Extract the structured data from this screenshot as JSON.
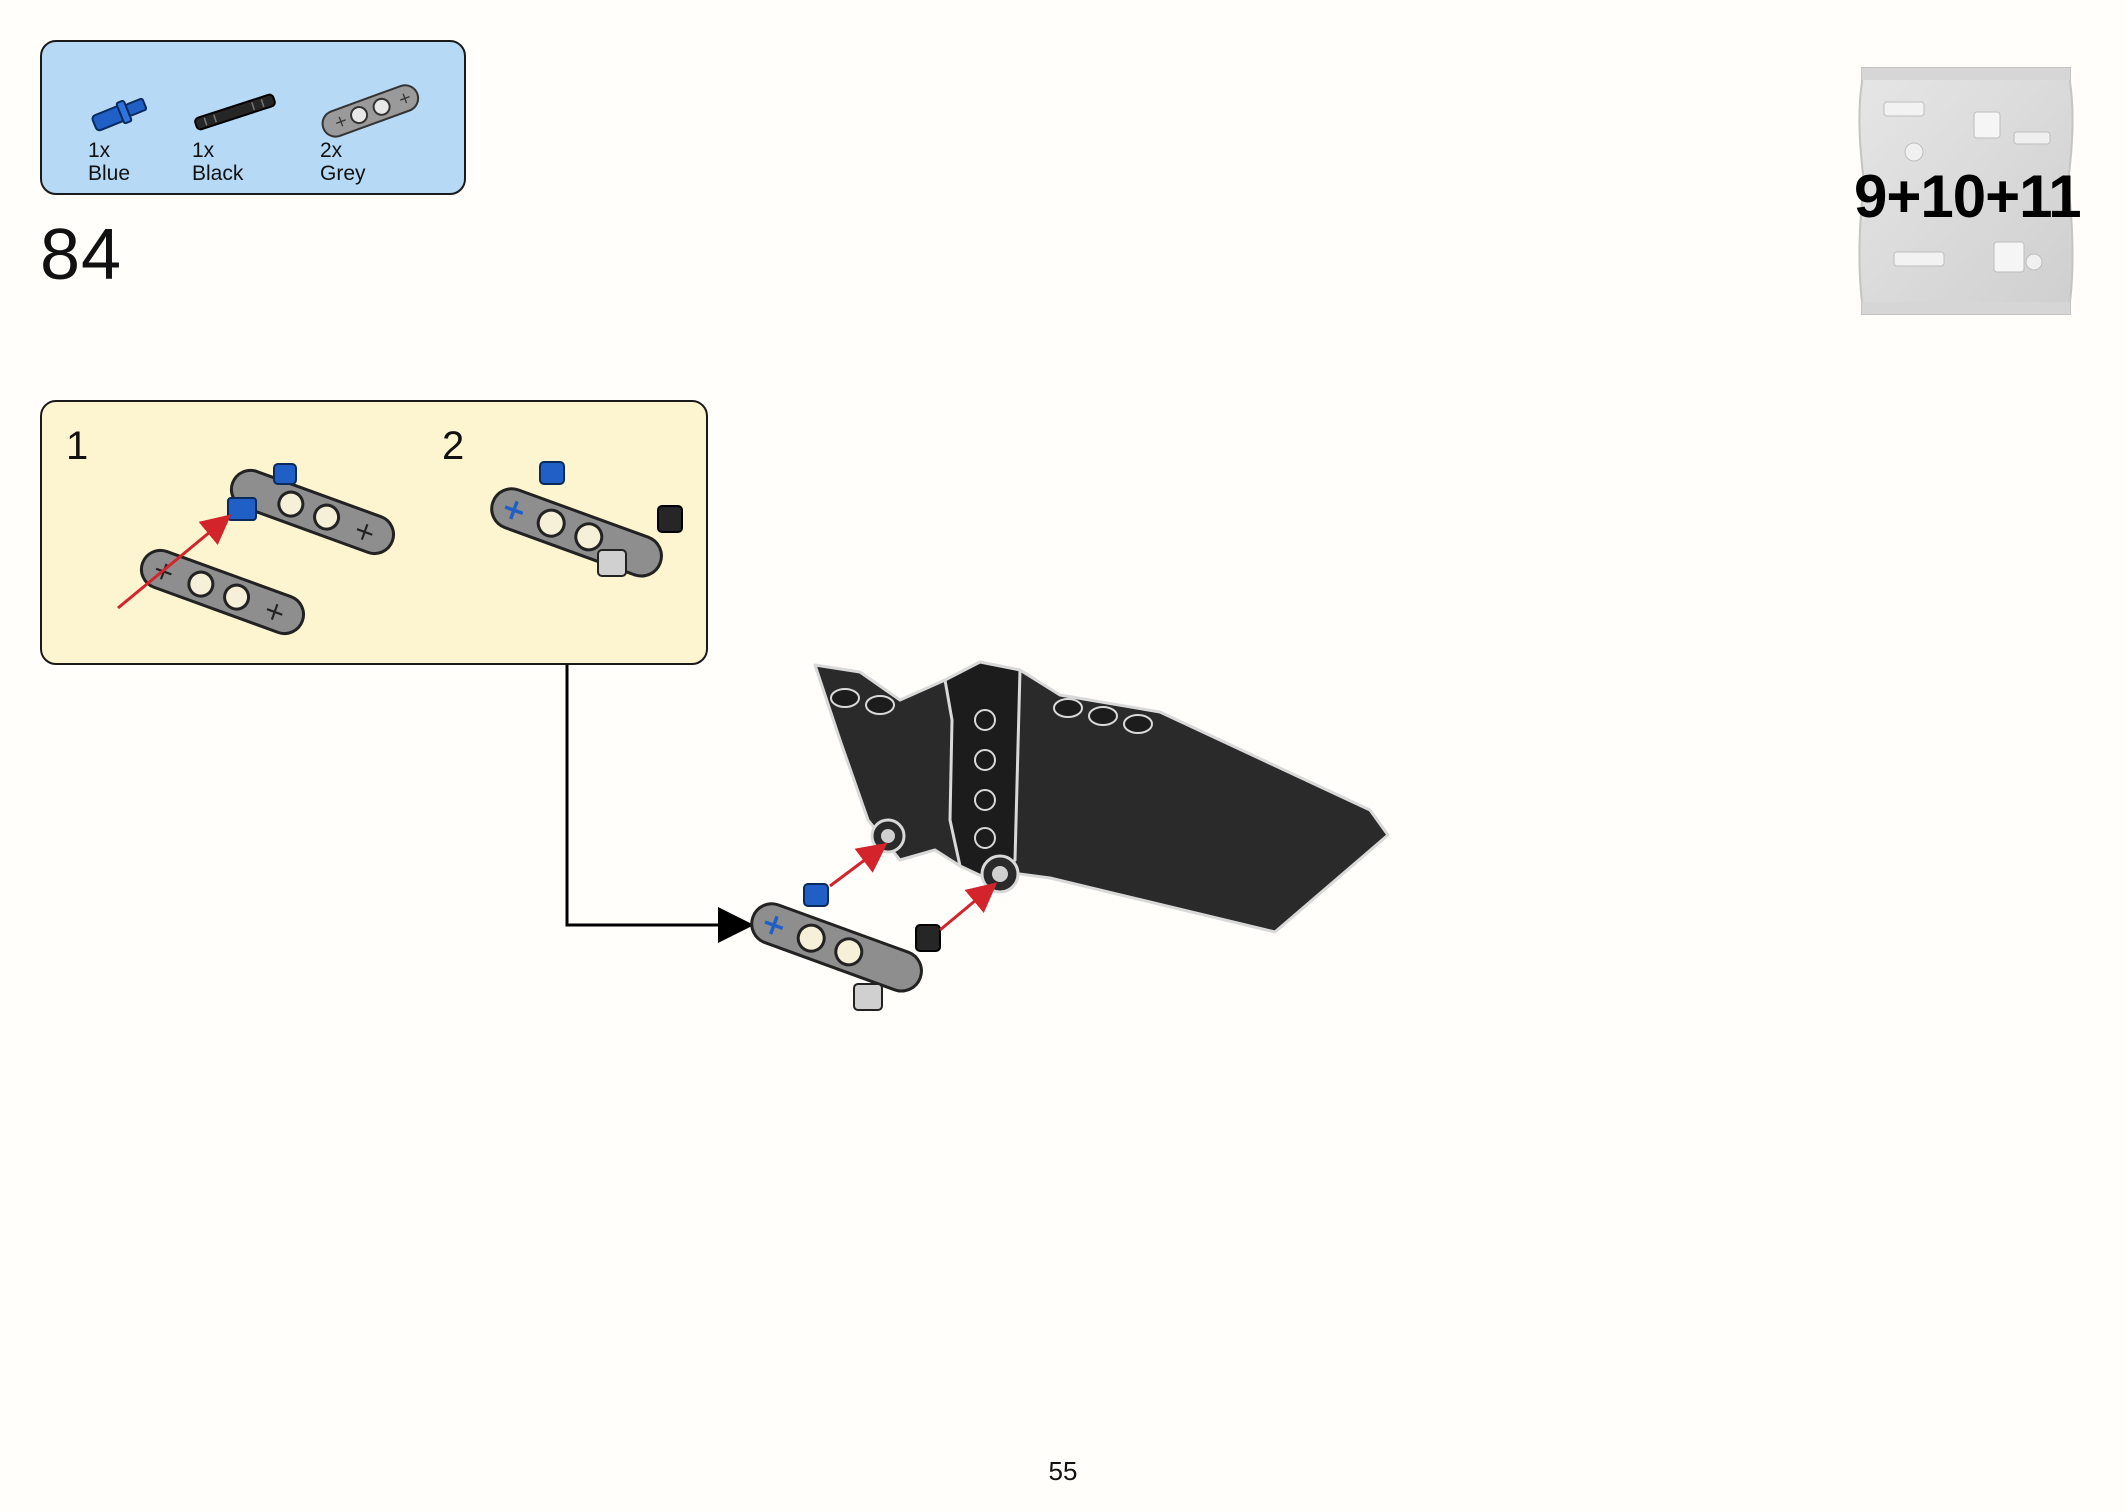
{
  "parts_list": {
    "items": [
      {
        "qty": "1x",
        "color": "Blue",
        "icon": "blue-axle-pin-icon"
      },
      {
        "qty": "1x",
        "color": "Black",
        "icon": "black-axle-icon"
      },
      {
        "qty": "2x",
        "color": "Grey",
        "icon": "grey-beam-icon"
      }
    ]
  },
  "step": {
    "number": "84"
  },
  "bag": {
    "label": "9+10+11"
  },
  "substeps": [
    {
      "number": "1"
    },
    {
      "number": "2"
    }
  ],
  "colors": {
    "parts_box_bg": "#b6d9f5",
    "substep_box_bg": "#fdf4d0",
    "arrow_red": "#d3242c",
    "beam_grey": "#8e8e8e",
    "blue_part": "#1f5fc6",
    "black_part": "#262626"
  },
  "footer": {
    "page_number": "55"
  }
}
